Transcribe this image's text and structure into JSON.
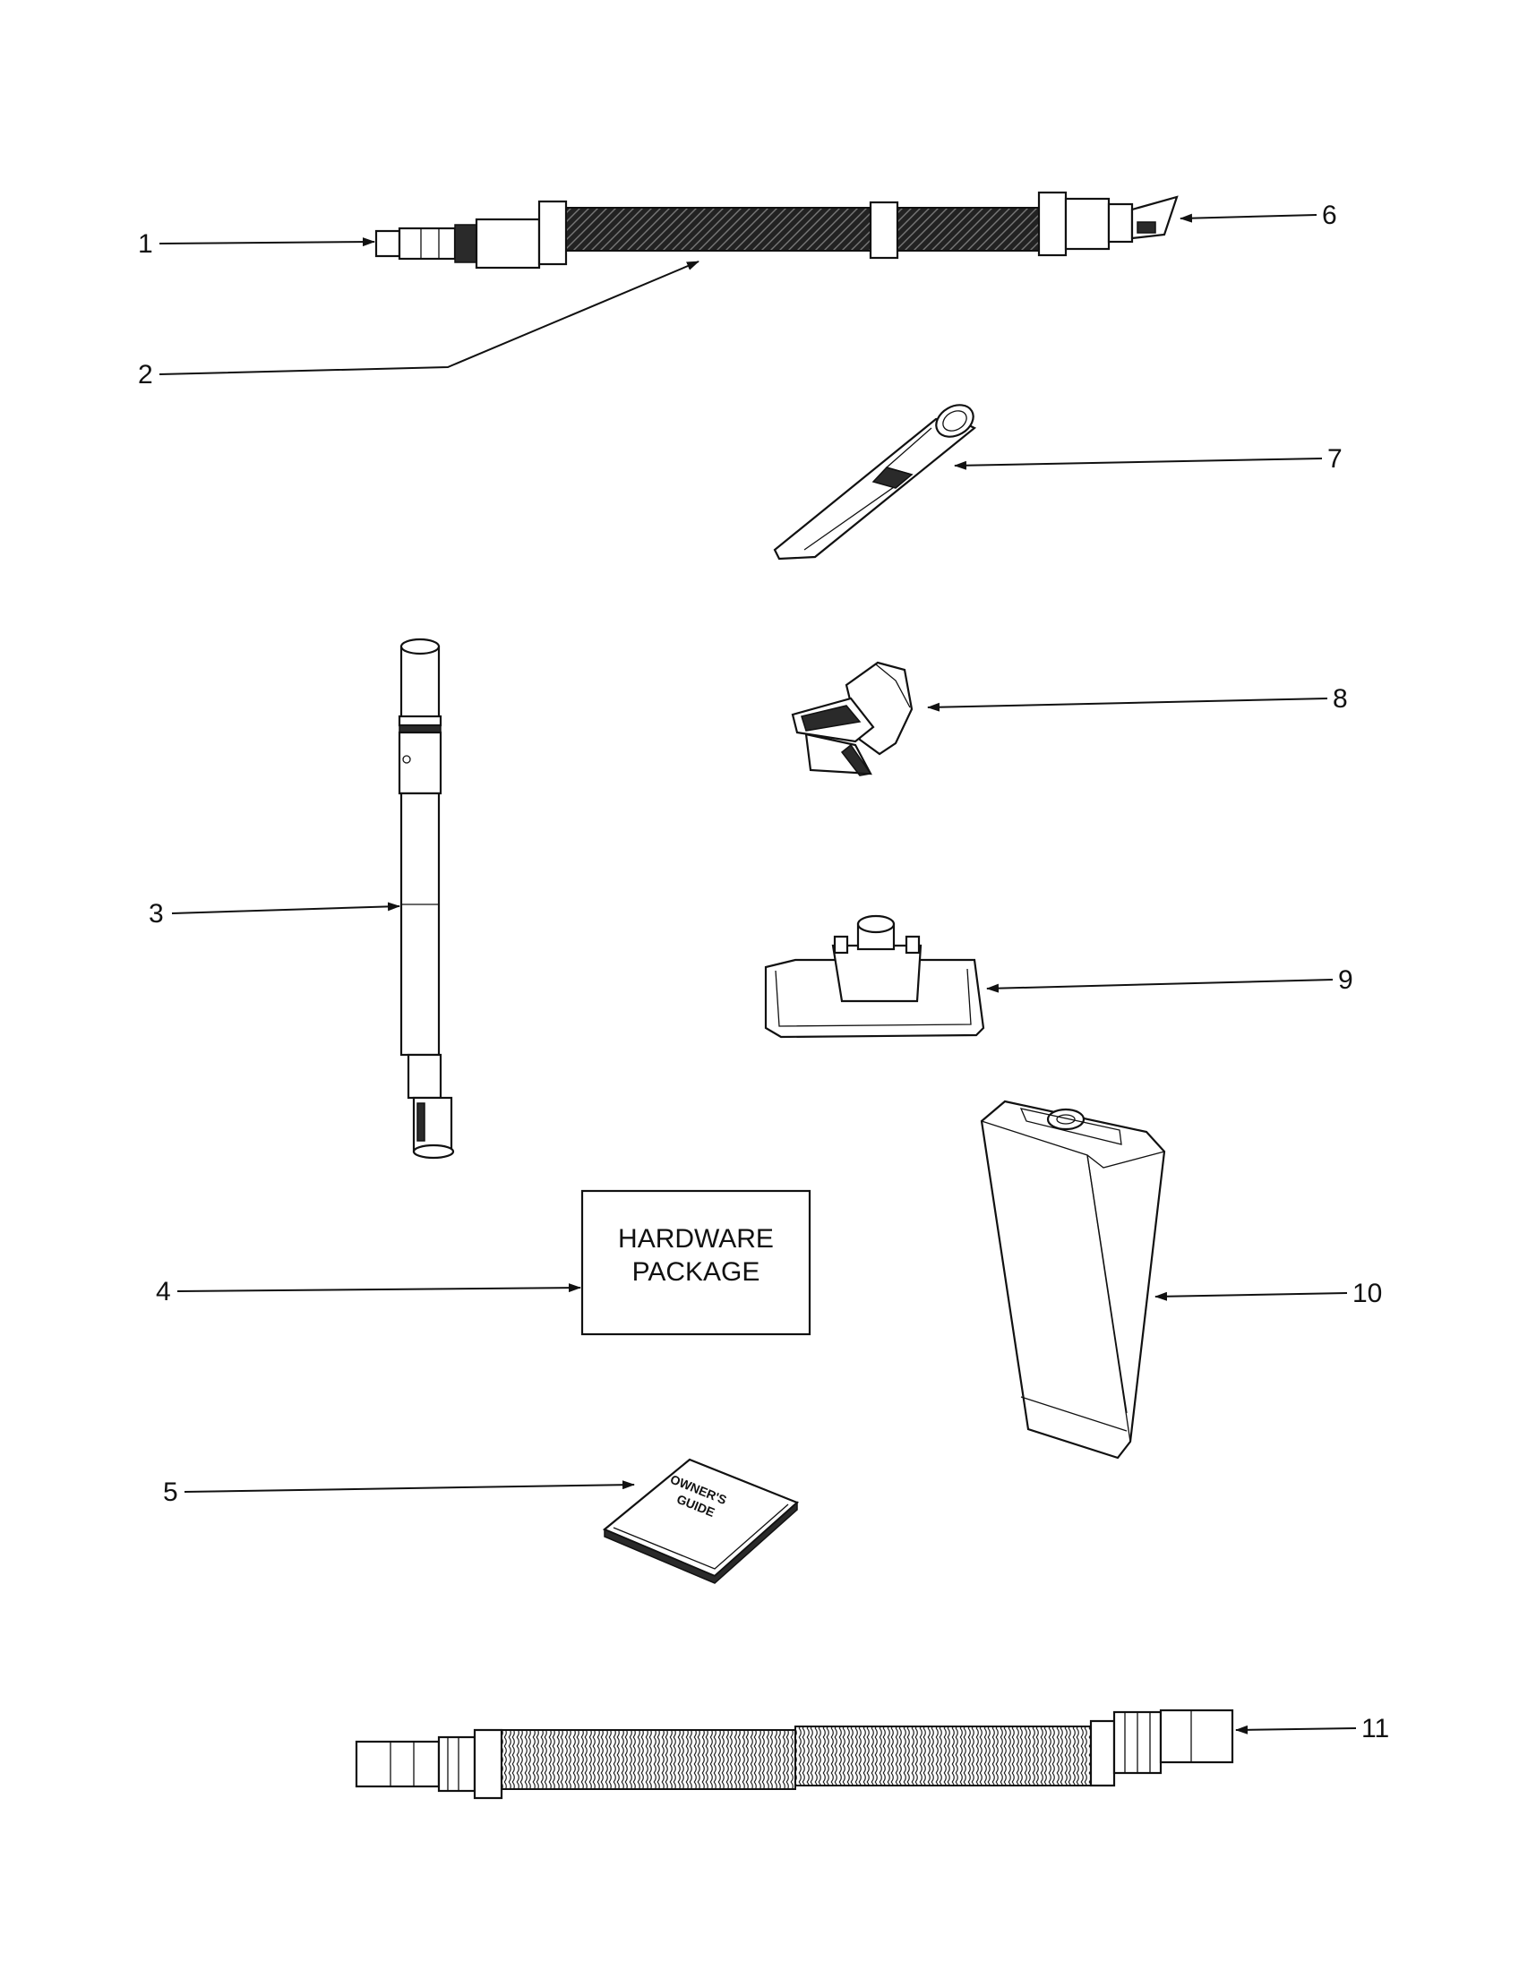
{
  "callouts": {
    "c1": "1",
    "c2": "2",
    "c3": "3",
    "c4": "4",
    "c5": "5",
    "c6": "6",
    "c7": "7",
    "c8": "8",
    "c9": "9",
    "c10": "10",
    "c11": "11"
  },
  "hardware_package": {
    "line1": "HARDWARE",
    "line2": "PACKAGE"
  },
  "owners_guide": {
    "line1": "OWNER'S",
    "line2": "GUIDE"
  }
}
